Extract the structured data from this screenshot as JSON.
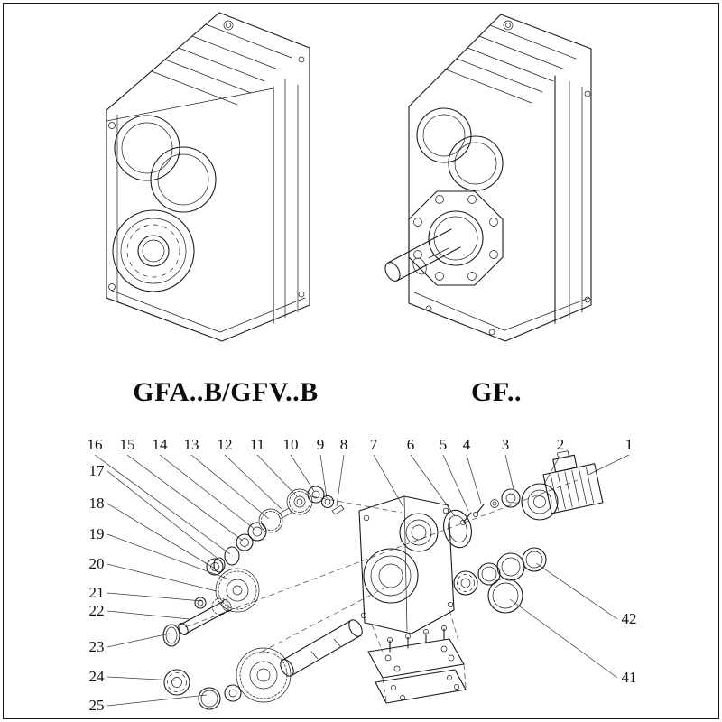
{
  "page": {
    "background": "#ffffff",
    "ink_color": "#1a1a1a",
    "description": "Gear reducer catalog page: two isometric gearbox drawings with model labels and an exploded parts diagram with numbered callouts"
  },
  "models": {
    "left_label": "GFA..B/GFV..B",
    "right_label": "GF.."
  },
  "exploded": {
    "top_numbers": [
      "16",
      "15",
      "14",
      "13",
      "12",
      "11",
      "10",
      "9",
      "8",
      "7",
      "6",
      "5",
      "4",
      "3",
      "2",
      "1"
    ],
    "left_numbers": [
      "17",
      "18",
      "19",
      "20",
      "21",
      "22",
      "23",
      "24",
      "25"
    ],
    "right_numbers": [
      "42",
      "41"
    ]
  }
}
